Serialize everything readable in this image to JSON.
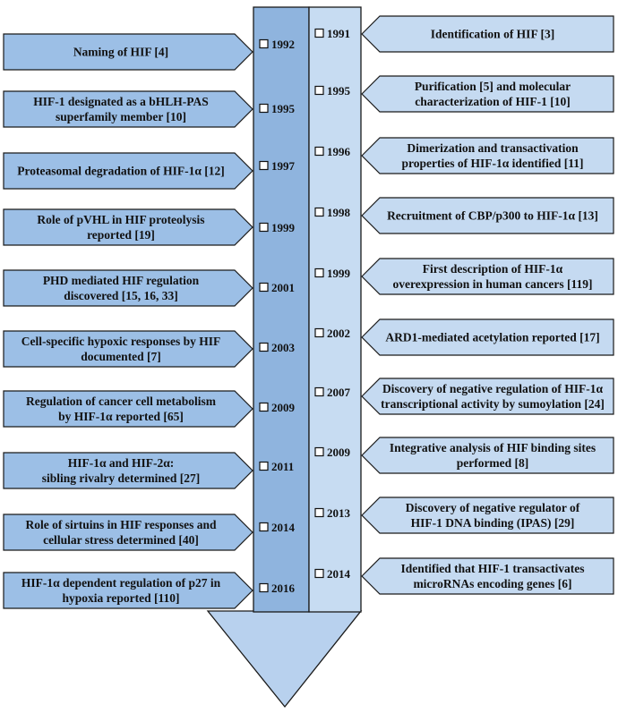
{
  "colors": {
    "left_column": "#8fb4de",
    "right_column": "#c7dcf2",
    "left_box": "#9cbfe6",
    "right_box": "#c5daf1",
    "arrow": "#b8d1ee",
    "stroke": "#1a1a1a"
  },
  "left_events": [
    {
      "year": "1992",
      "lines": [
        "Naming of HIF [4]"
      ]
    },
    {
      "year": "1995",
      "lines": [
        "HIF-1 designated as a bHLH-PAS",
        "superfamily member [10]"
      ]
    },
    {
      "year": "1997",
      "lines": [
        "Proteasomal degradation of HIF-1α [12]"
      ]
    },
    {
      "year": "1999",
      "lines": [
        "Role of pVHL in HIF proteolysis",
        "reported [19]"
      ]
    },
    {
      "year": "2001",
      "lines": [
        "PHD mediated HIF regulation",
        "discovered [15, 16, 33]"
      ]
    },
    {
      "year": "2003",
      "lines": [
        "Cell-specific hypoxic responses by HIF",
        "documented [7]"
      ]
    },
    {
      "year": "2009",
      "lines": [
        "Regulation of cancer cell metabolism",
        "by HIF-1α reported [65]"
      ]
    },
    {
      "year": "2011",
      "lines": [
        "HIF-1α and HIF-2α:",
        "sibling rivalry determined [27]"
      ]
    },
    {
      "year": "2014",
      "lines": [
        "Role of sirtuins in HIF responses and",
        "cellular stress determined [40]"
      ]
    },
    {
      "year": "2016",
      "lines": [
        "HIF-1α dependent regulation of p27 in",
        "hypoxia reported [110]"
      ]
    }
  ],
  "right_events": [
    {
      "year": "1991",
      "lines": [
        "Identification of HIF [3]"
      ]
    },
    {
      "year": "1995",
      "lines": [
        "Purification [5] and molecular",
        "characterization of HIF-1 [10]"
      ]
    },
    {
      "year": "1996",
      "lines": [
        "Dimerization and transactivation",
        "properties of HIF-1α identified [11]"
      ]
    },
    {
      "year": "1998",
      "lines": [
        "Recruitment of CBP/p300 to HIF-1α  [13]"
      ]
    },
    {
      "year": "1999",
      "lines": [
        "First description of HIF-1α",
        "overexpression in human cancers [119]"
      ]
    },
    {
      "year": "2002",
      "lines": [
        "ARD1-mediated acetylation reported [17]"
      ]
    },
    {
      "year": "2007",
      "lines": [
        "Discovery of negative regulation of HIF-1α",
        "transcriptional activity by sumoylation  [24]"
      ]
    },
    {
      "year": "2009",
      "lines": [
        "Integrative analysis of HIF binding sites",
        "performed [8]"
      ]
    },
    {
      "year": "2013",
      "lines": [
        "Discovery of negative regulator of",
        "HIF-1 DNA binding (IPAS) [29]"
      ]
    },
    {
      "year": "2014",
      "lines": [
        "Identified that HIF-1 transactivates",
        "microRNAs encoding genes [6]"
      ]
    }
  ]
}
